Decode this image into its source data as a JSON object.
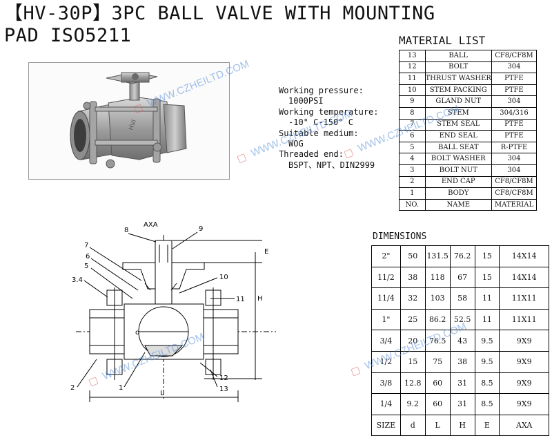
{
  "title": {
    "line1": "【HV-30P】3PC BALL VALVE WITH MOUNTING",
    "line2": "PAD ISO5211"
  },
  "specs": {
    "pressure_label": "Working pressure:",
    "pressure_value": "1000PSI",
    "temp_label": "Working temperature:",
    "temp_value": "-10° C-150° C",
    "medium_label": "Suitable medium:",
    "medium_value": "WOG",
    "end_label": "Threaded end:",
    "end_value": "BSPT、NPT、DIN2999"
  },
  "watermark": "WWW.CZHEILTD.COM",
  "material_list": {
    "title": "MATERIAL LIST",
    "rows": [
      [
        "13",
        "BALL",
        "CF8/CF8M"
      ],
      [
        "12",
        "BOLT",
        "304"
      ],
      [
        "11",
        "THRUST WASHER",
        "PTFE"
      ],
      [
        "10",
        "STEM PACKING",
        "PTFE"
      ],
      [
        "9",
        "GLAND NUT",
        "304"
      ],
      [
        "8",
        "STEM",
        "304/316"
      ],
      [
        "7",
        "STEM SEAL",
        "PTFE"
      ],
      [
        "6",
        "END SEAL",
        "PTFE"
      ],
      [
        "5",
        "BALL SEAT",
        "R-PTFE"
      ],
      [
        "4",
        "BOLT WASHER",
        "304"
      ],
      [
        "3",
        "BOLT NUT",
        "304"
      ],
      [
        "2",
        "END CAP",
        "CF8/CF8M"
      ],
      [
        "1",
        "BODY",
        "CF8/CF8M"
      ]
    ],
    "header": [
      "NO.",
      "NAME",
      "MATERIAL"
    ]
  },
  "dimensions": {
    "title": "DIMENSIONS",
    "rows": [
      [
        "2\"",
        "50",
        "131.5",
        "76.2",
        "15",
        "14X14"
      ],
      [
        "11/2",
        "38",
        "118",
        "67",
        "15",
        "14X14"
      ],
      [
        "11/4",
        "32",
        "103",
        "58",
        "11",
        "11X11"
      ],
      [
        "1\"",
        "25",
        "86.2",
        "52.5",
        "11",
        "11X11"
      ],
      [
        "3/4",
        "20",
        "76.5",
        "43",
        "9.5",
        "9X9"
      ],
      [
        "1/2",
        "15",
        "75",
        "38",
        "9.5",
        "9X9"
      ],
      [
        "3/8",
        "12.8",
        "60",
        "31",
        "8.5",
        "9X9"
      ],
      [
        "1/4",
        "9.2",
        "60",
        "31",
        "8.5",
        "9X9"
      ]
    ],
    "header": [
      "SIZE",
      "d",
      "L",
      "H",
      "E",
      "AXA"
    ]
  },
  "drawing": {
    "callouts": [
      "8",
      "AXA",
      "9",
      "7",
      "6",
      "5",
      "3.4",
      "10",
      "11",
      "2",
      "1",
      "12",
      "13",
      "E",
      "H",
      "L",
      "d"
    ]
  }
}
